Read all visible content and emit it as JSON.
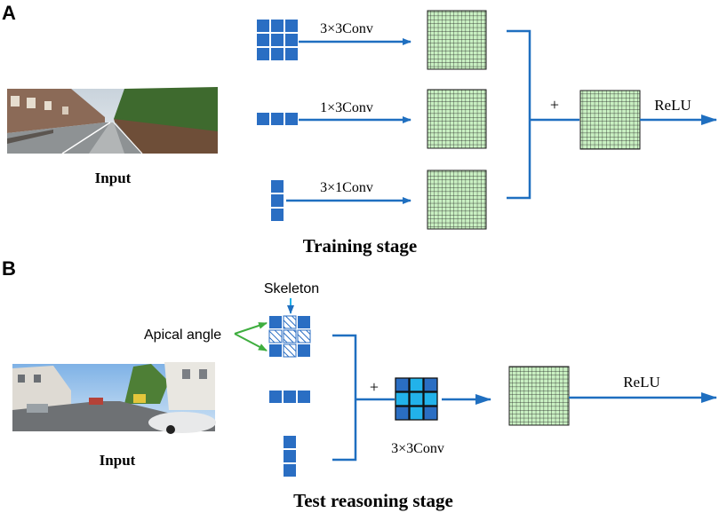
{
  "panel_a": {
    "letter": "A",
    "input_label": "Input",
    "stage_label": "Training stage",
    "branches": [
      {
        "label": "3×3Conv"
      },
      {
        "label": "1×3Conv"
      },
      {
        "label": "3×1Conv"
      }
    ],
    "sum_symbol": "+",
    "activation": "ReLU"
  },
  "panel_b": {
    "letter": "B",
    "input_label": "Input",
    "stage_label": "Test reasoning stage",
    "skeleton_label": "Skeleton",
    "apical_label": "Apical angle",
    "sum_symbol": "+",
    "conv_label": "3×3Conv",
    "activation": "ReLU"
  },
  "colors": {
    "kernel_blue": "#2a6ec3",
    "fused_cyan": "#22b2ea",
    "arrow_blue": "#1f6fc0",
    "grid_fill": "#c9f0c2",
    "apical_green": "#3fae3f"
  }
}
